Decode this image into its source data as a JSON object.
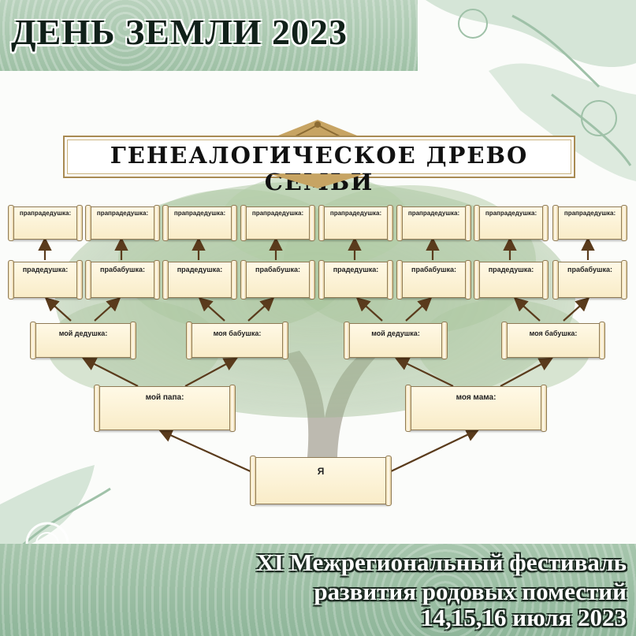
{
  "header": {
    "event_title": "ДЕНЬ ЗЕМЛИ 2023"
  },
  "tree": {
    "title": "ГЕНЕАЛОГИЧЕСКОЕ ДРЕВО СЕМЬИ",
    "great_great_row": [
      "прапрадедушка:",
      "прапрадедушка:",
      "прапрадедушка:",
      "прапрадедушка:",
      "прапрадедушка:",
      "прапрадедушка:",
      "прапрадедушка:",
      "прапрадедушка:"
    ],
    "great_row": [
      "прадедушка:",
      "прабабушка:",
      "прадедушка:",
      "прабабушка:",
      "прадедушка:",
      "прабабушка:",
      "прадедушка:",
      "прабабушка:"
    ],
    "grand_row": [
      "мой дедушка:",
      "моя бабушка:",
      "мой дедушка:",
      "моя бабушка:"
    ],
    "father": "мой папа:",
    "mother": "моя мама:",
    "me": "Я"
  },
  "footer": {
    "line1": "XI Межрегиональный фестиваль",
    "line2": "развития родовых поместий",
    "line3": "14,15,16 июля  2023"
  },
  "colors": {
    "band_green": "#9fc1a6",
    "arrow_brown": "#5a3b1c",
    "box_fill": "#fbf0d2",
    "tree_green": "#7fa876"
  }
}
